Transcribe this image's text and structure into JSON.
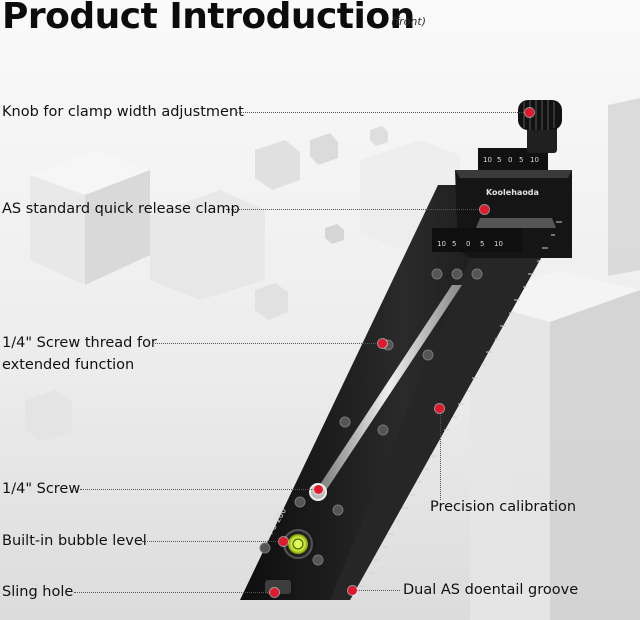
{
  "header": {
    "title": "Product Introduction",
    "subtitle": "(front)"
  },
  "labels": {
    "knob": "Knob for clamp width adjustment",
    "clamp": "AS standard quick release clamp",
    "thread_line1": "1/4\" Screw thread for",
    "thread_line2": "extended function",
    "screw": "1/4\" Screw",
    "bubble": "Built-in bubble level",
    "sling": "Sling hole",
    "calibration": "Precision calibration",
    "groove": "Dual AS doentail groove"
  },
  "product": {
    "brand": "Koolehaoda",
    "model": "PU-200",
    "scale_top": [
      "10",
      "5",
      "0",
      "5",
      "10"
    ],
    "scale_bottom": [
      "10",
      "5",
      "0",
      "5",
      "10"
    ]
  },
  "colors": {
    "marker": "#e2192c",
    "rail": "#1a1a1a"
  }
}
